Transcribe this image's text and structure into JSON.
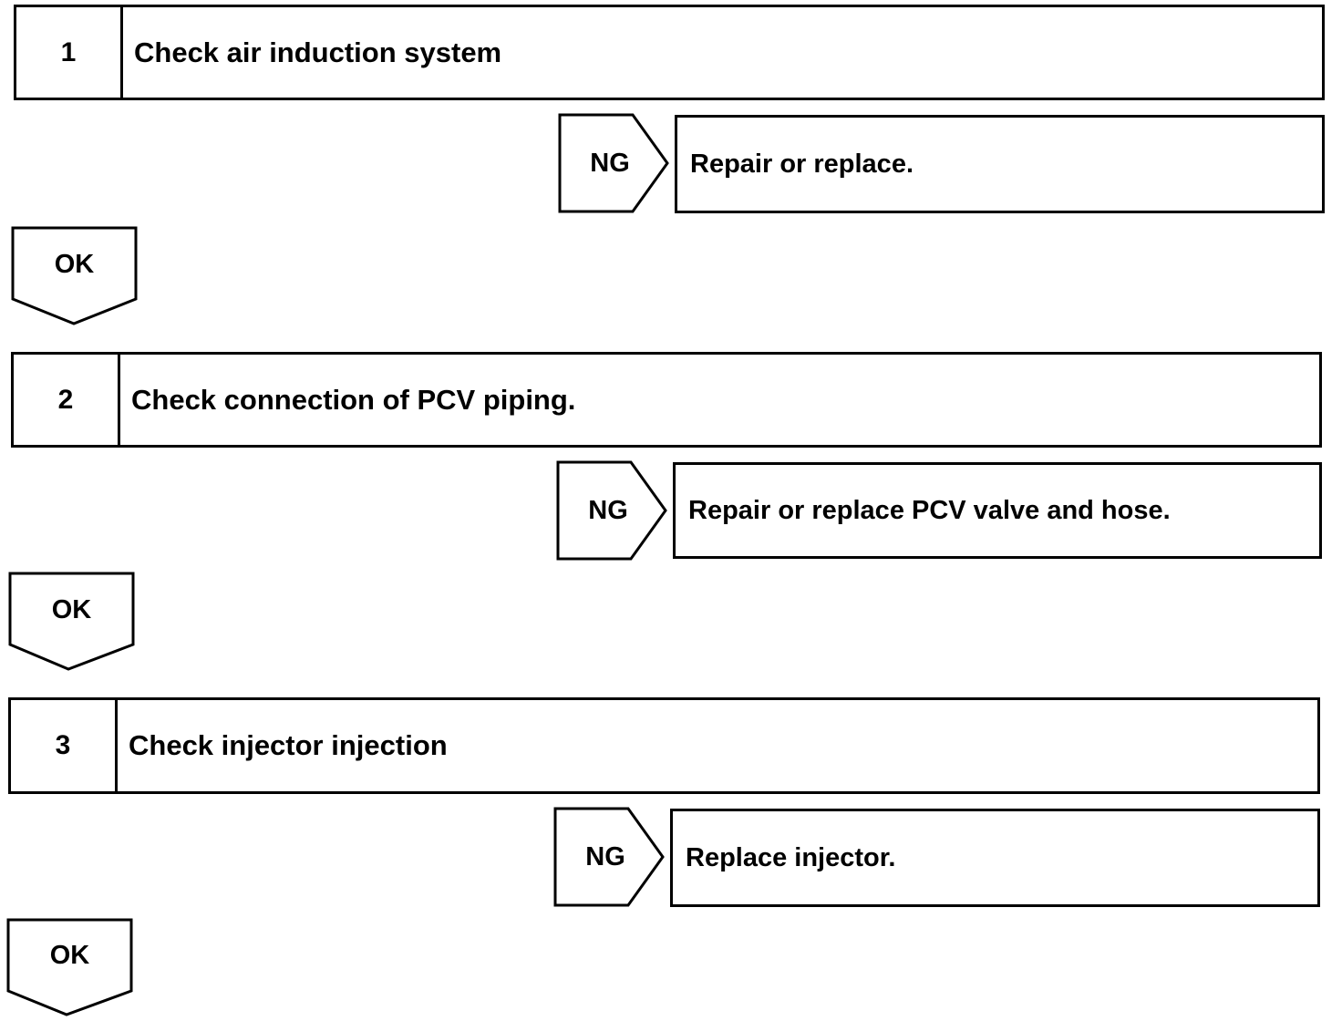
{
  "steps": [
    {
      "number": "1",
      "title": "Check air induction system",
      "ng_label": "NG",
      "ng_action": "Repair or replace.",
      "ok_label": "OK"
    },
    {
      "number": "2",
      "title": "Check connection of PCV piping.",
      "ng_label": "NG",
      "ng_action": "Repair or replace PCV valve and hose.",
      "ok_label": "OK"
    },
    {
      "number": "3",
      "title": "Check injector injection",
      "ng_label": "NG",
      "ng_action": "Replace injector.",
      "ok_label": "OK"
    }
  ]
}
